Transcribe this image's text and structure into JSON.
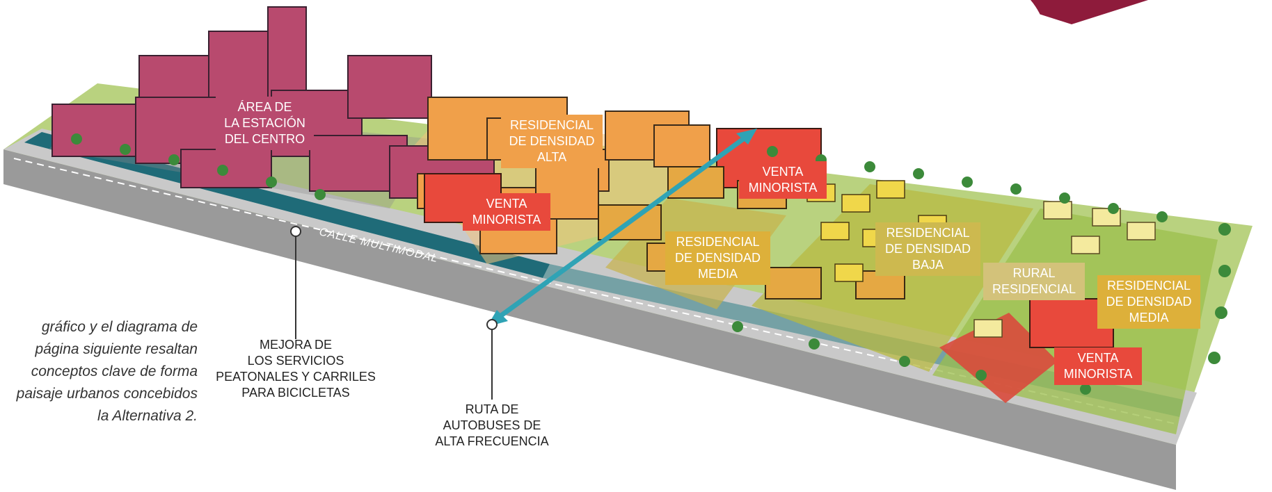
{
  "intro_text": "gráfico y el diagrama de\npágina siguiente resaltan\nconceptos clave de forma\npaisaje urbanos concebidos\nla Alternativa 2.",
  "zones": [
    {
      "id": "downtown",
      "label": "ÁREA DE\nLA ESTACIÓN\nDEL CENTRO",
      "color": "#b84a6e"
    },
    {
      "id": "high-density",
      "label": "RESIDENCIAL\nDE DENSIDAD\nALTA",
      "color": "#f0a04a"
    },
    {
      "id": "retail-1",
      "label": "VENTA\nMINORISTA",
      "color": "#e8493c"
    },
    {
      "id": "retail-2",
      "label": "VENTA\nMINORISTA",
      "color": "#e8493c"
    },
    {
      "id": "medium-density-1",
      "label": "RESIDENCIAL\nDE DENSIDAD\nMEDIA",
      "color": "#ddb03a"
    },
    {
      "id": "low-density",
      "label": "RESIDENCIAL\nDE DENSIDAD\nBAJA",
      "color": "#cdb94f"
    },
    {
      "id": "rural",
      "label": "RURAL\nRESIDENCIAL",
      "color": "#d3c27a"
    },
    {
      "id": "medium-density-2",
      "label": "RESIDENCIAL\nDE DENSIDAD\nMEDIA",
      "color": "#ddb03a"
    },
    {
      "id": "retail-3",
      "label": "VENTA\nMINORISTA",
      "color": "#e8493c"
    }
  ],
  "street_label": "CALLE MULTIMODAL",
  "callouts": {
    "pedestrian": "MEJORA DE\nLOS SERVICIOS\nPEATONALES Y CARRILES\nPARA BICICLETAS",
    "bus": "RUTA DE\nAUTOBUSES DE\nALTA FRECUENCIA"
  },
  "colors": {
    "street": "#1f6b78",
    "bus_arrow": "#2fa3b5",
    "ground": "#a7c96a",
    "slab_side": "#9a9a9a",
    "corner_accent": "#8e1b3b"
  }
}
